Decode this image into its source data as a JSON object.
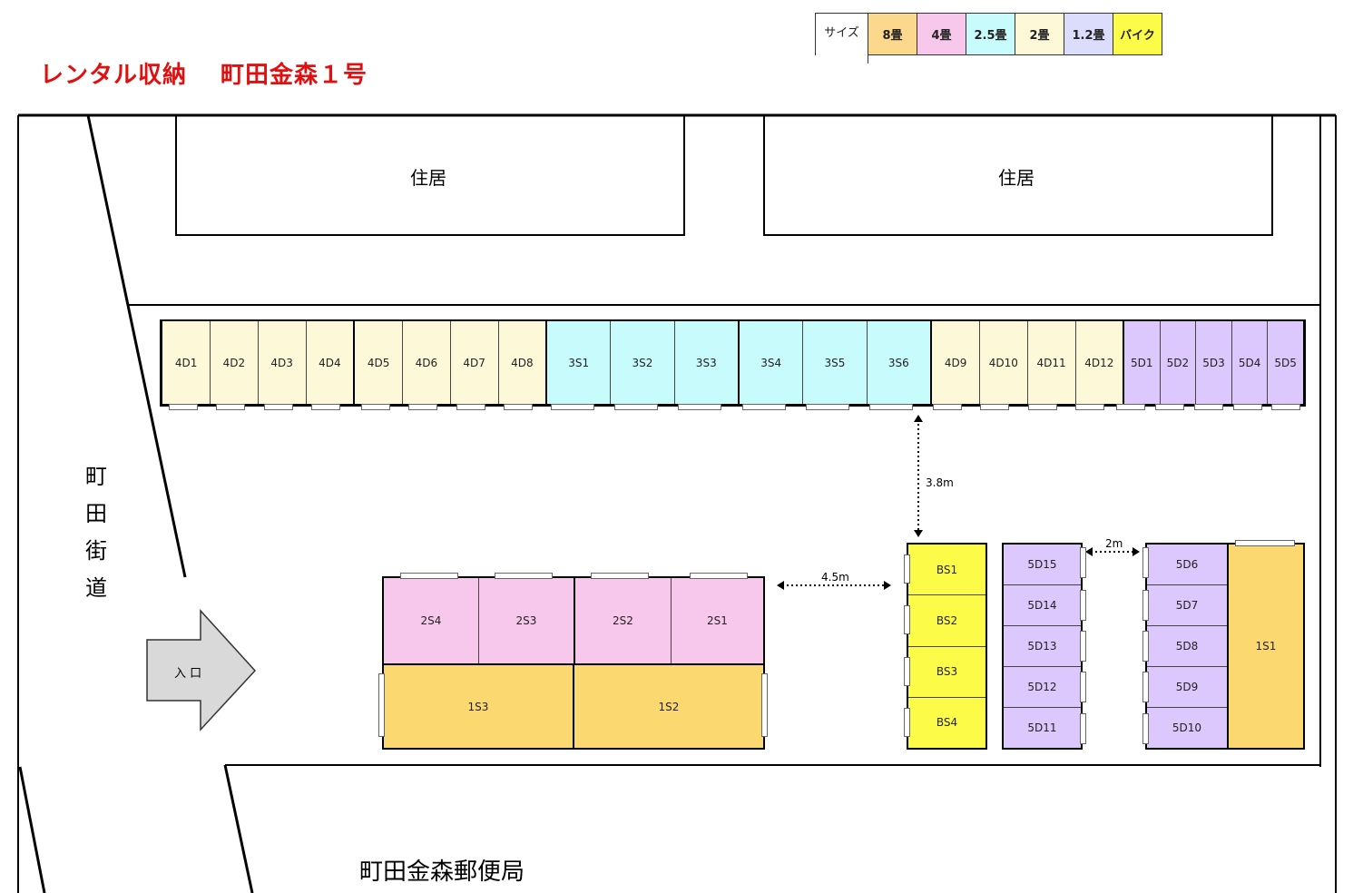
{
  "title": "レンタル収納　 町田金森１号",
  "legend": [
    "サイズ",
    "8畳",
    "4畳",
    "2.5畳",
    "2畳",
    "1.2畳",
    "バイク"
  ],
  "colors": {
    "8jo": "#fcd870",
    "4jo": "#f8c8ec",
    "2_5jo": "#c8fcfc",
    "2jo": "#fcf8d8",
    "1_2jo": "#dcc8fc",
    "bike": "#fcfc48"
  },
  "labels": {
    "house1": "住居",
    "house2": "住居",
    "road": [
      "町",
      "田",
      "街",
      "道"
    ],
    "entrance": "入 口",
    "post": "町田金森郵便局",
    "dim_38": "3.8m",
    "dim_45": "4.5m",
    "dim_2": "2m"
  },
  "top_row_a": [
    "4D1",
    "4D2",
    "4D3",
    "4D4"
  ],
  "top_row_b": [
    "4D5",
    "4D6",
    "4D7",
    "4D8"
  ],
  "top_row_c": [
    "3S1",
    "3S2",
    "3S3"
  ],
  "top_row_d": [
    "3S4",
    "3S5",
    "3S6"
  ],
  "top_row_e": [
    "4D9",
    "4D10",
    "4D11",
    "4D12"
  ],
  "top_row_f": [
    "5D1",
    "5D2",
    "5D3",
    "5D4",
    "5D5"
  ],
  "block_2s": [
    "2S4",
    "2S3",
    "2S2",
    "2S1"
  ],
  "block_1s": [
    "1S3",
    "1S2"
  ],
  "bike_units": [
    "BS1",
    "BS2",
    "BS3",
    "BS4"
  ],
  "col_5d_a": [
    "5D15",
    "5D14",
    "5D13",
    "5D12",
    "5D11"
  ],
  "col_5d_b": [
    "5D6",
    "5D7",
    "5D8",
    "5D9",
    "5D10"
  ],
  "unit_1s1": "1S1"
}
